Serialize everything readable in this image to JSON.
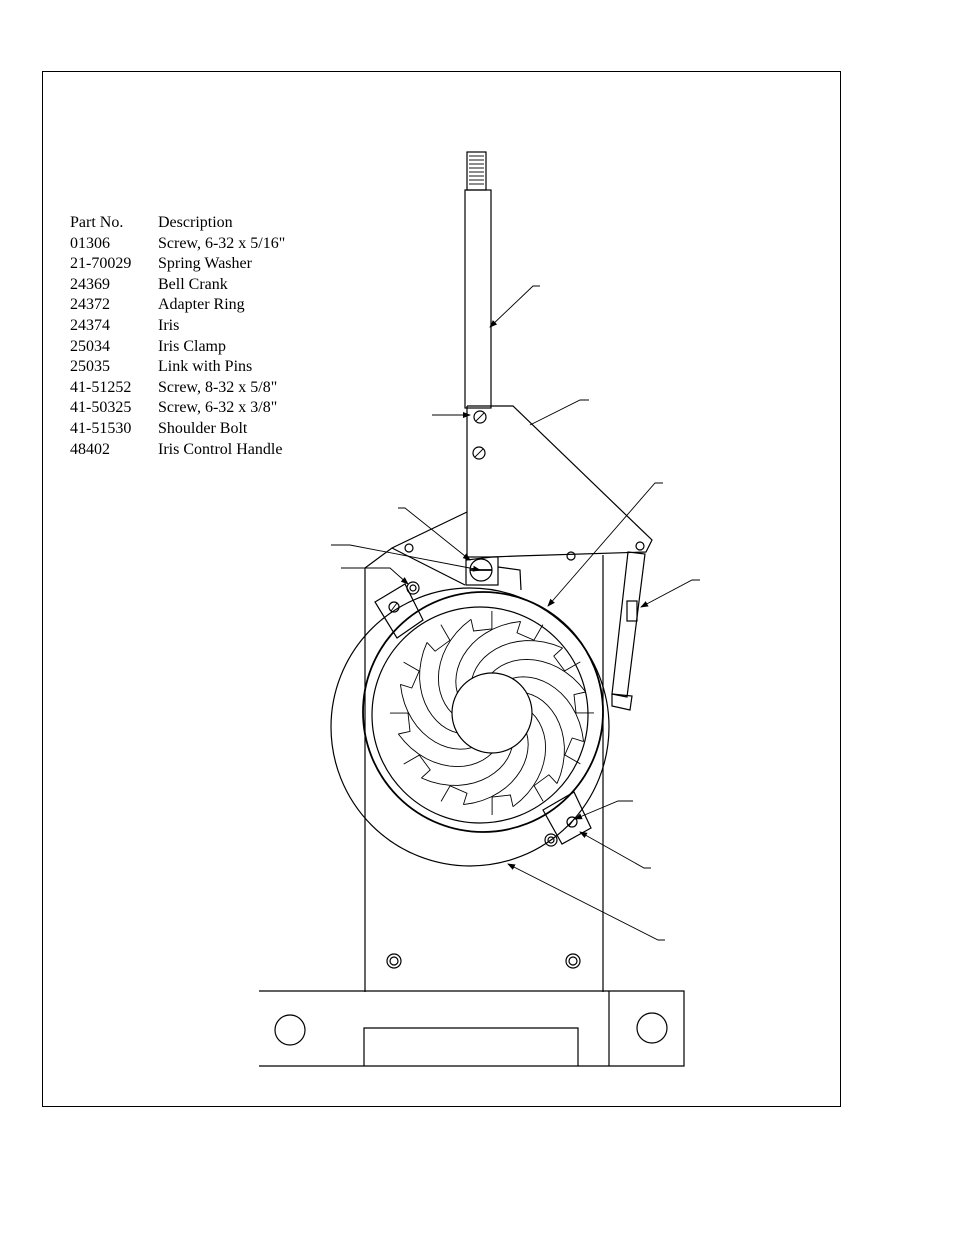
{
  "parts_list": {
    "header": {
      "part_no": "Part No.",
      "description": "Description"
    },
    "rows": [
      {
        "part_no": "01306",
        "description": "Screw, 6-32 x 5/16\""
      },
      {
        "part_no": "21-70029",
        "description": "Spring Washer"
      },
      {
        "part_no": "24369",
        "description": "Bell  Crank"
      },
      {
        "part_no": "24372",
        "description": "Adapter Ring"
      },
      {
        "part_no": "24374",
        "description": "Iris"
      },
      {
        "part_no": "25034",
        "description": "Iris Clamp"
      },
      {
        "part_no": "25035",
        "description": "Link with Pins"
      },
      {
        "part_no": "41-51252",
        "description": "Screw, 8-32 x 5/8\""
      },
      {
        "part_no": "41-50325",
        "description": "Screw, 6-32 x 3/8\""
      },
      {
        "part_no": "41-51530",
        "description": "Shoulder Bolt"
      },
      {
        "part_no": "48402",
        "description": "Iris Control Handle"
      }
    ]
  }
}
